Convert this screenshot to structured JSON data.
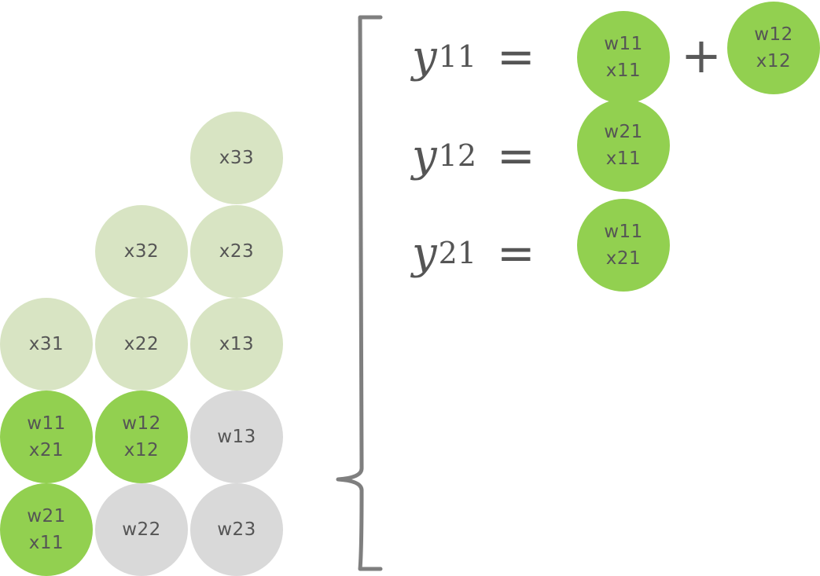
{
  "grid": {
    "x33": "x33",
    "x32": "x32",
    "x23": "x23",
    "x31": "x31",
    "x22": "x22",
    "x13": "x13",
    "w11x21": [
      "w11",
      "x21"
    ],
    "w12x12": [
      "w12",
      "x12"
    ],
    "w13": "w13",
    "w21x11": [
      "w21",
      "x11"
    ],
    "w22": "w22",
    "w23": "w23"
  },
  "equations": [
    {
      "var": "y",
      "sub": "11",
      "op": "=",
      "terms": [
        [
          "w11",
          "x11"
        ],
        [
          "w12",
          "x12"
        ]
      ],
      "joiner": "+"
    },
    {
      "var": "y",
      "sub": "12",
      "op": "=",
      "terms": [
        [
          "w21",
          "x11"
        ]
      ]
    },
    {
      "var": "y",
      "sub": "21",
      "op": "=",
      "terms": [
        [
          "w11",
          "x21"
        ]
      ]
    }
  ],
  "colors": {
    "input_light": "#d8e4c3",
    "active_green": "#92d050",
    "weight_grey": "#d9d9d9",
    "text": "#555555",
    "brace": "#7f7f7f"
  }
}
